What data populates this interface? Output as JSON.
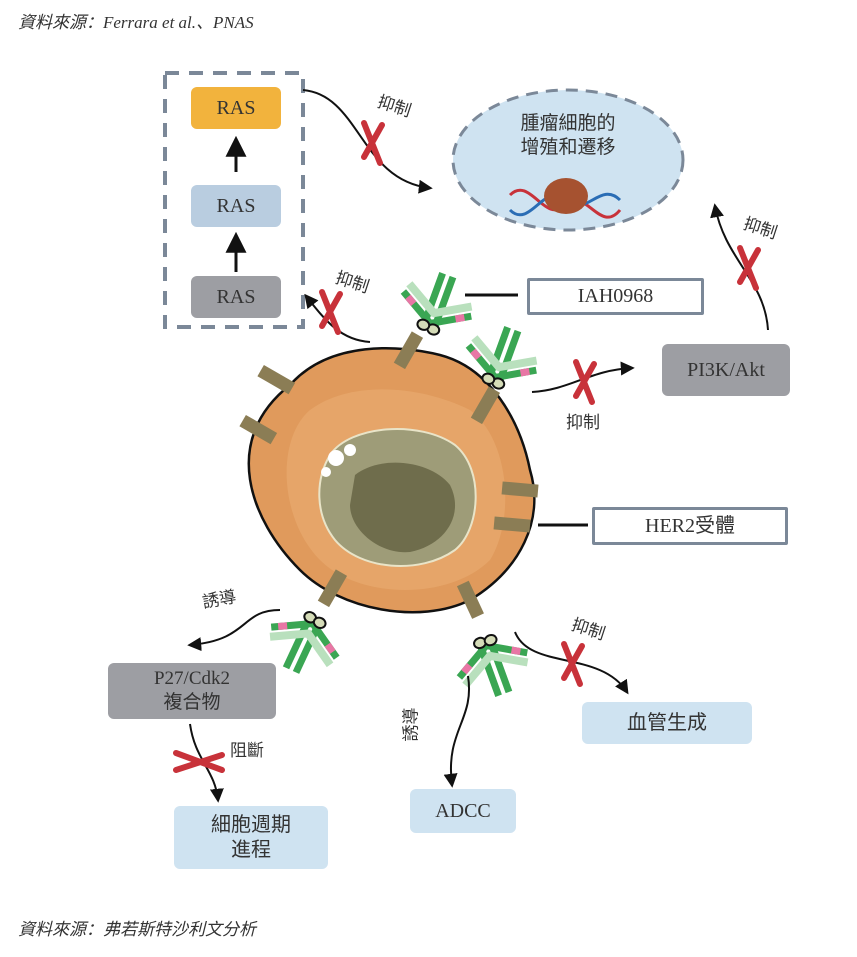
{
  "source_top": "資料來源：Ferrara et al.、PNAS",
  "source_bottom": "資料來源：弗若斯特沙利文分析",
  "ras_cascade": [
    "RAS",
    "RAS",
    "RAS"
  ],
  "tumor_target": {
    "line1": "腫瘤細胞的",
    "line2": "增殖和遷移"
  },
  "drug_label": "IAH0968",
  "receptor_label": "HER2受體",
  "pi3k_label": "PI3K/Akt",
  "p27_box": {
    "line1": "P27/Cdk2",
    "line2": "複合物"
  },
  "cell_cycle_box": {
    "line1": "細胞週期",
    "line2": "進程"
  },
  "adcc_label": "ADCC",
  "angiogenesis_label": "血管生成",
  "edge_labels": {
    "inhibit_ras_to_tumor": "抑制",
    "inhibit_to_ras": "抑制",
    "inhibit_pi3k": "抑制",
    "inhibit_pi3k_to_tumor": "抑制",
    "induce_p27": "誘導",
    "block_cell_cycle": "阻斷",
    "induce_adcc": "誘導",
    "inhibit_angiogenesis": "抑制"
  },
  "colors": {
    "ras_active": "#f2b33d",
    "ras_mid": "#b9cde0",
    "ras_inactive": "#9d9ea3",
    "inhibit_cross": "#c8323a",
    "antibody": "#3aa653",
    "cell_body": "#e09a5c",
    "nucleus": "#8a8a62",
    "receptor": "#8b7d55"
  }
}
